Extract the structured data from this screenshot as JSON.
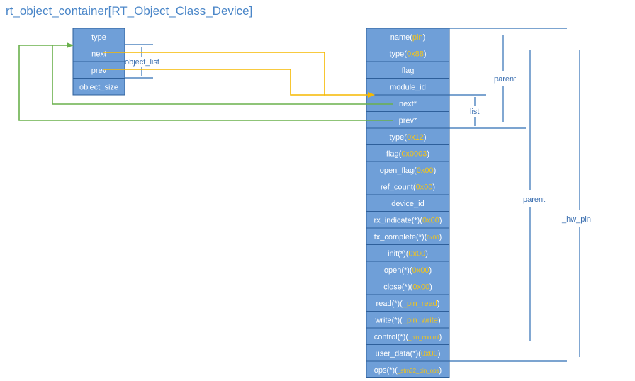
{
  "title": "rt_object_container[RT_Object_Class_Device]",
  "colors": {
    "cell_fill": "#6f9fd8",
    "cell_border": "#2e5f9a",
    "label_text": "#3b6fb0",
    "title_text": "#4a86c8",
    "highlight_text": "#f5c518",
    "arrow_yellow": "#f5b800",
    "arrow_green": "#6ab04c",
    "bracket_line": "#2e6db4"
  },
  "container_fields": [
    {
      "id": "type",
      "parts": [
        {
          "t": "type"
        }
      ]
    },
    {
      "id": "next",
      "parts": [
        {
          "t": "next"
        }
      ]
    },
    {
      "id": "prev",
      "parts": [
        {
          "t": "prev"
        }
      ]
    },
    {
      "id": "object-size",
      "parts": [
        {
          "t": "object_size"
        }
      ]
    }
  ],
  "device_fields": [
    {
      "id": "name",
      "parts": [
        {
          "t": "name("
        },
        {
          "t": "pin",
          "hl": true
        },
        {
          "t": ")"
        }
      ]
    },
    {
      "id": "type-0x88",
      "parts": [
        {
          "t": "type("
        },
        {
          "t": "0x88",
          "hl": true
        },
        {
          "t": ")"
        }
      ]
    },
    {
      "id": "flag",
      "parts": [
        {
          "t": "flag"
        }
      ]
    },
    {
      "id": "module-id",
      "parts": [
        {
          "t": "module_id"
        }
      ]
    },
    {
      "id": "next-ptr",
      "parts": [
        {
          "t": "next*"
        }
      ]
    },
    {
      "id": "prev-ptr",
      "parts": [
        {
          "t": "prev*"
        }
      ]
    },
    {
      "id": "type-0x12",
      "parts": [
        {
          "t": "type("
        },
        {
          "t": "0x12",
          "hl": true
        },
        {
          "t": ")"
        }
      ]
    },
    {
      "id": "flag-0x0003",
      "parts": [
        {
          "t": "flag("
        },
        {
          "t": "0x0003",
          "hl": true
        },
        {
          "t": ")"
        }
      ]
    },
    {
      "id": "open-flag",
      "parts": [
        {
          "t": "open_flag("
        },
        {
          "t": "0x00",
          "hl": true
        },
        {
          "t": ")"
        }
      ]
    },
    {
      "id": "ref-count",
      "parts": [
        {
          "t": "ref_count("
        },
        {
          "t": "0x00",
          "hl": true
        },
        {
          "t": ")"
        }
      ]
    },
    {
      "id": "device-id",
      "parts": [
        {
          "t": "device_id"
        }
      ]
    },
    {
      "id": "rx-indicate",
      "parts": [
        {
          "t": "rx_indicate(*)("
        },
        {
          "t": "0x00",
          "hl": true
        },
        {
          "t": ")"
        }
      ]
    },
    {
      "id": "tx-complete",
      "parts": [
        {
          "t": "tx_complete(*)("
        },
        {
          "t": "0x00",
          "hl": true,
          "small": true
        },
        {
          "t": ")"
        }
      ]
    },
    {
      "id": "init",
      "parts": [
        {
          "t": "init(*)("
        },
        {
          "t": "0x00",
          "hl": true
        },
        {
          "t": ")"
        }
      ]
    },
    {
      "id": "open",
      "parts": [
        {
          "t": "open(*)("
        },
        {
          "t": "0x00",
          "hl": true
        },
        {
          "t": ")"
        }
      ]
    },
    {
      "id": "close",
      "parts": [
        {
          "t": "close(*)("
        },
        {
          "t": "0x00",
          "hl": true
        },
        {
          "t": ")"
        }
      ]
    },
    {
      "id": "read",
      "parts": [
        {
          "t": "read(*)("
        },
        {
          "t": "_pin_read",
          "hl": true
        },
        {
          "t": ")"
        }
      ]
    },
    {
      "id": "write",
      "parts": [
        {
          "t": "write(*)("
        },
        {
          "t": "_pin_write",
          "hl": true
        },
        {
          "t": ")"
        }
      ]
    },
    {
      "id": "control",
      "parts": [
        {
          "t": "control(*)("
        },
        {
          "t": "_pin_control",
          "hl": true,
          "small": true
        },
        {
          "t": ")"
        }
      ]
    },
    {
      "id": "user-data",
      "parts": [
        {
          "t": "user_data(*)("
        },
        {
          "t": "0x00",
          "hl": true
        },
        {
          "t": ")"
        }
      ]
    },
    {
      "id": "ops",
      "parts": [
        {
          "t": "ops(*)("
        },
        {
          "t": "_stm32_pin_ops",
          "hl": true,
          "small": true
        },
        {
          "t": ")"
        }
      ]
    }
  ],
  "labels": {
    "object_list": "object_list",
    "list": "list",
    "parent_inner": "parent",
    "parent_outer": "parent",
    "hw_pin": "_hw_pin"
  }
}
